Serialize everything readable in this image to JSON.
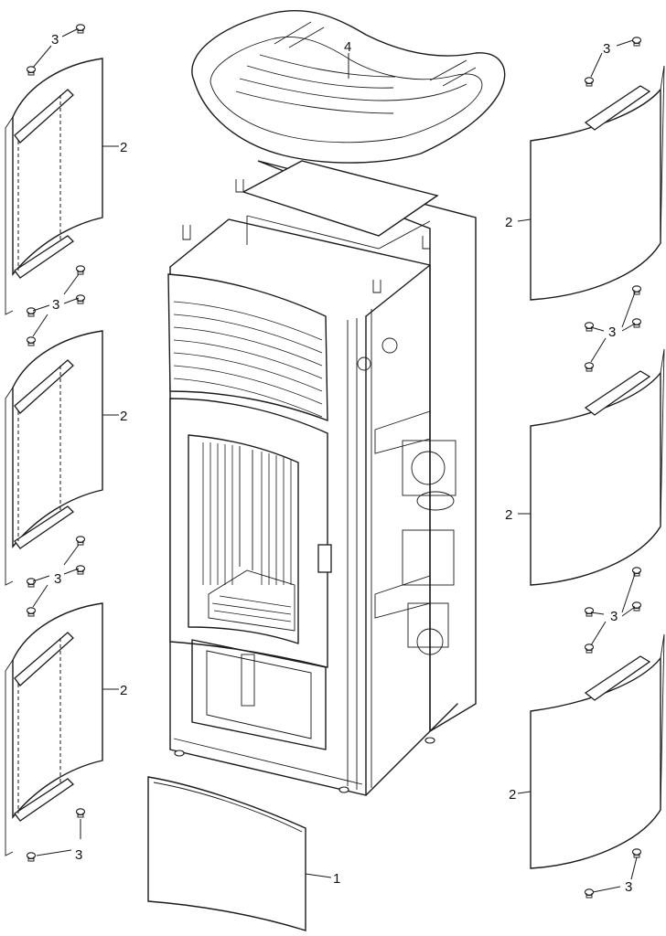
{
  "callouts": {
    "front_panel": "1",
    "side_panel": "2",
    "screw": "3",
    "top_cover": "4"
  }
}
